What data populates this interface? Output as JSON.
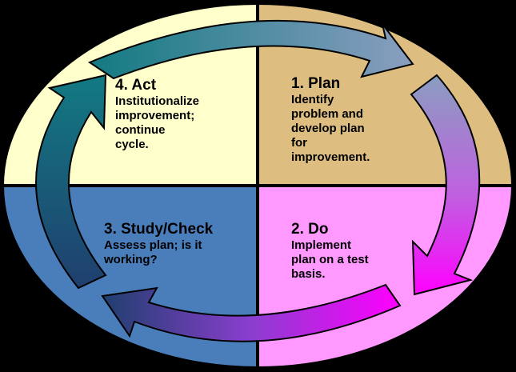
{
  "quadrants": {
    "act": {
      "title": "4. Act",
      "description": "Institutionalize\nimprovement;\ncontinue\ncycle.",
      "fill": "#FFFFCC"
    },
    "plan": {
      "title": "1. Plan",
      "description": "Identify\nproblem and\ndevelop  plan\nfor\nimprovement.",
      "fill": "#DDBE80"
    },
    "study": {
      "title": "3. Study/Check",
      "description": "Assess  plan; is it\nworking?",
      "fill": "#4A7EBB"
    },
    "do": {
      "title": "2. Do",
      "description": "Implement\nplan on a test\nbasis.",
      "fill": "#FF99FF"
    }
  },
  "colors": {
    "background": "#000000",
    "outline": "#000000",
    "arrow_teal": "#127A82",
    "arrow_blue_grey": "#8A9EC0",
    "arrow_magenta": "#FF00FF",
    "arrow_navy": "#1F3F6E",
    "arrow_purple": "#8A3ECF"
  }
}
